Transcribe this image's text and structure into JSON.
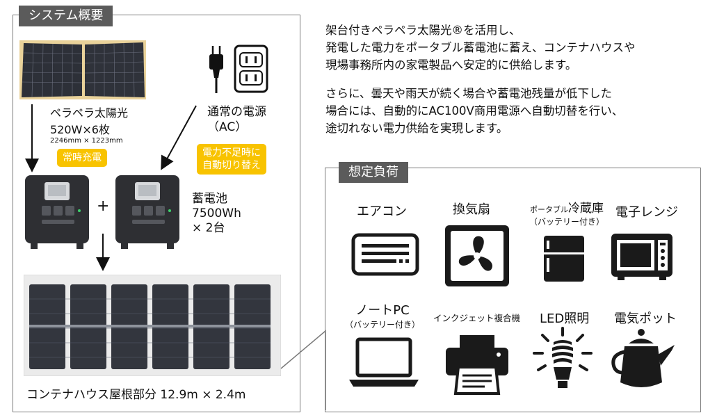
{
  "overview": {
    "title": "システム概要",
    "solar_label_line1": "ペラペラ太陽光",
    "solar_label_line2": "520W×6枚",
    "solar_label_line3": "2246mm × 1223mm",
    "grid_label_line1": "通常の電源",
    "grid_label_line2": "（AC）",
    "bubble_always": "常時充電",
    "bubble_switch_line1": "電力不足時に",
    "bubble_switch_line2": "自動切り替え",
    "plus": "+",
    "battery_label_line1": "蓄電池",
    "battery_label_line2": "7500Wh",
    "battery_label_line3": "× 2台",
    "roof_label": "コンテナハウス屋根部分  12.9m × 2.4m"
  },
  "description": {
    "para1_line1": "架台付きペラペラ太陽光®を活用し、",
    "para1_line2": "発電した電力をポータブル蓄電池に蓄え、コンテナハウスや",
    "para1_line3": "現場事務所内の家電製品へ安定的に供給します。",
    "para2_line1": "さらに、曇天や雨天が続く場合や蓄電池残量が低下した",
    "para2_line2": "場合には、自動的にAC100V商用電源へ自動切替を行い、",
    "para2_line3": "途切れない電力供給を実現します。"
  },
  "loads": {
    "title": "想定負荷",
    "aircon": "エアコン",
    "fan": "換気扇",
    "fridge_prefix": "ポータブル",
    "fridge_main": "冷蔵庫",
    "fridge_sub": "（バッテリー付き）",
    "microwave": "電子レンジ",
    "laptop": "ノートPC",
    "laptop_sub": "（バッテリー付き）",
    "printer": "インクジェット複合機",
    "led": "LED照明",
    "kettle": "電気ポット"
  },
  "colors": {
    "tag_bg": "#5b5b5b",
    "bubble": "#f8c300",
    "panel_border": "#7a7a7a",
    "icon": "#1a1a1a"
  }
}
